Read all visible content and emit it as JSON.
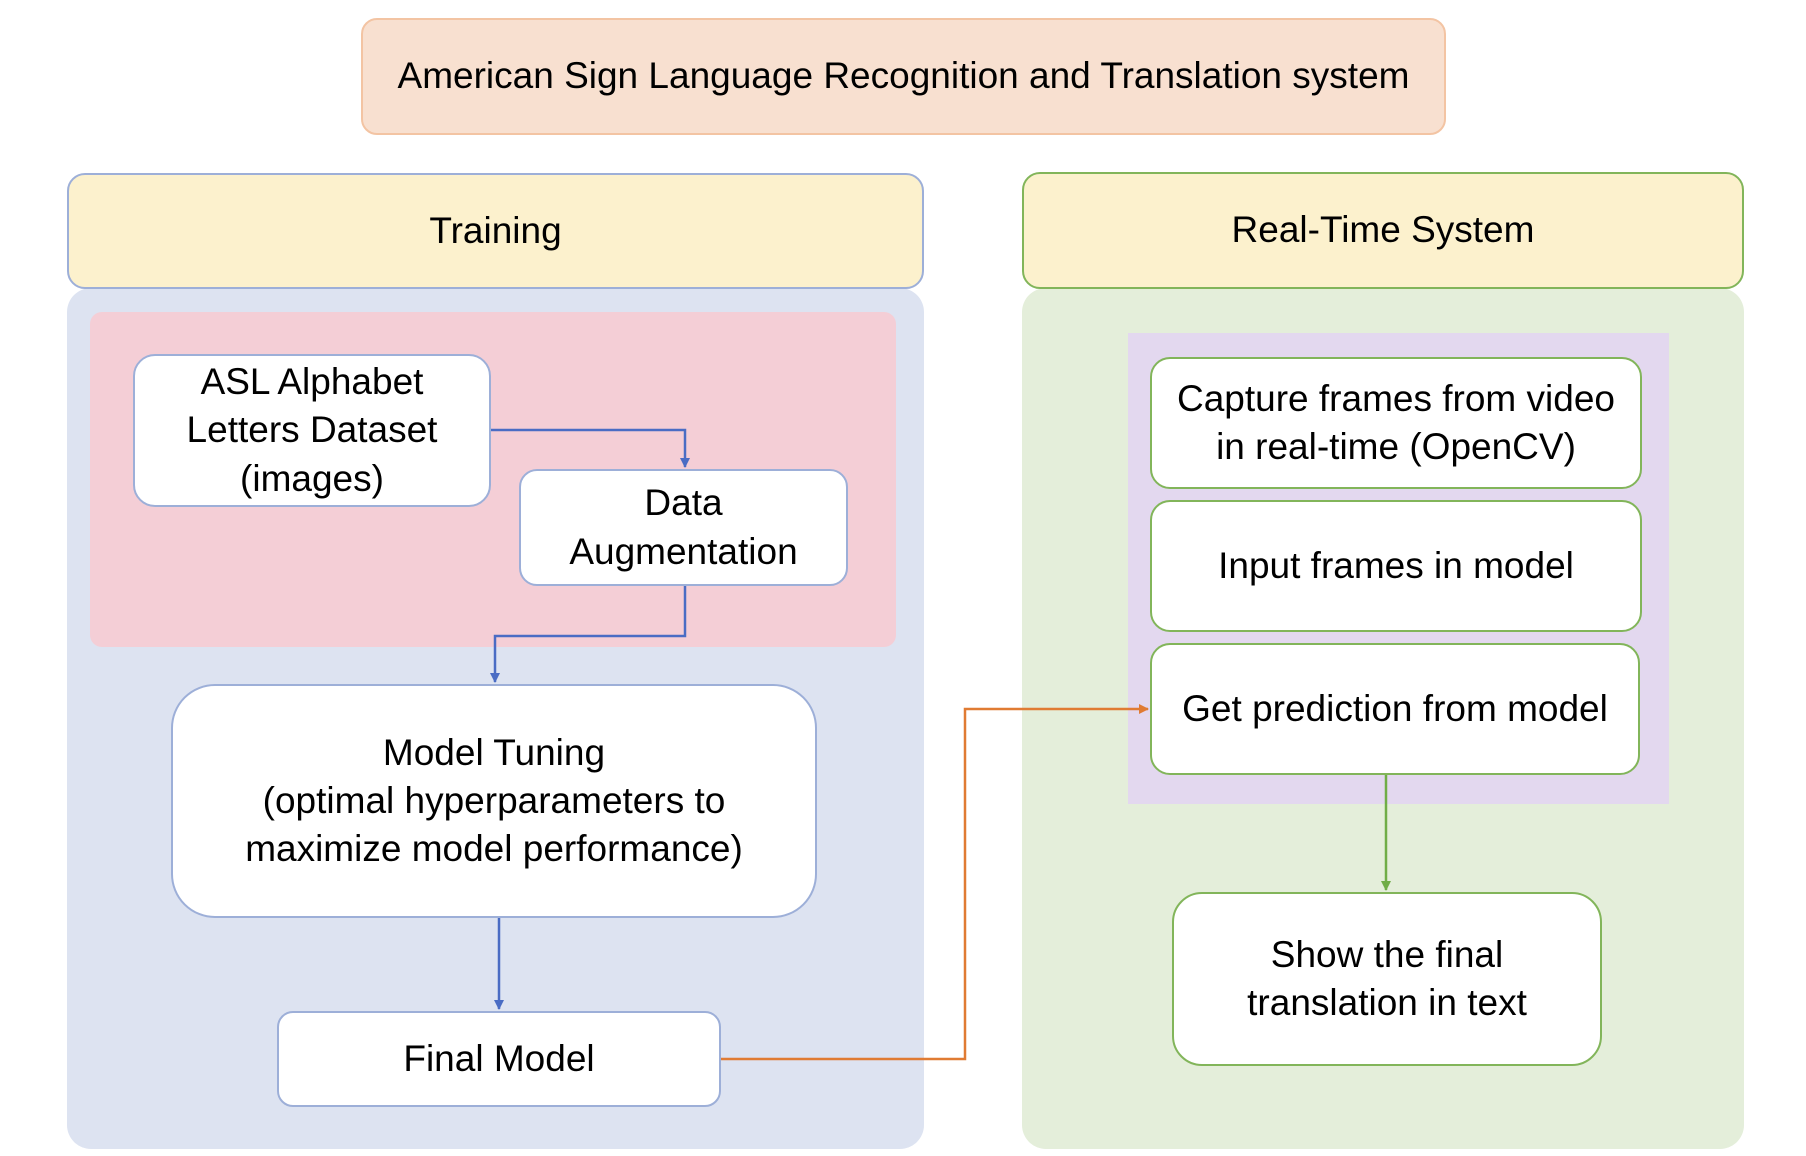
{
  "title": "American Sign Language Recognition and Translation system",
  "training": {
    "header": "Training",
    "nodes": {
      "dataset": "ASL Alphabet\nLetters Dataset\n(images)",
      "augmentation": "Data\nAugmentation",
      "tuning": "Model Tuning\n(optimal hyperparameters to\nmaximize model performance)",
      "final_model": "Final Model"
    }
  },
  "realtime": {
    "header": "Real-Time System",
    "nodes": {
      "capture": "Capture frames from video\nin real-time (OpenCV)",
      "input": "Input frames in model",
      "predict": "Get prediction from model",
      "show": "Show the final\ntranslation in text"
    }
  },
  "colors": {
    "blue_arrow": "#4a6cc4",
    "orange_arrow": "#e07b33",
    "green_arrow": "#70ad47"
  }
}
